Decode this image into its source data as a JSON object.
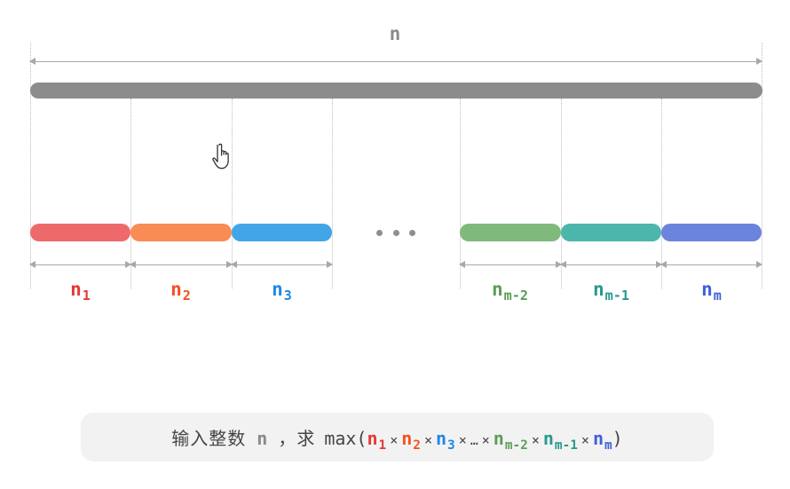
{
  "total": {
    "label": "n",
    "color": "#8c8c8c"
  },
  "pieces": [
    {
      "var": "n",
      "sub": "1",
      "color": "#ee6a6a",
      "text_color": "#e53935"
    },
    {
      "var": "n",
      "sub": "2",
      "color": "#f98b55",
      "text_color": "#f4511e"
    },
    {
      "var": "n",
      "sub": "3",
      "color": "#42a5e8",
      "text_color": "#1e88e5"
    },
    {
      "var": "n",
      "sub": "m-2",
      "color": "#80b97c",
      "text_color": "#5a9e56"
    },
    {
      "var": "n",
      "sub": "m-1",
      "color": "#4db6ac",
      "text_color": "#26998c"
    },
    {
      "var": "n",
      "sub": "m",
      "color": "#6b84dc",
      "text_color": "#3f5fd6"
    }
  ],
  "formula": {
    "prefix": "输入整数",
    "n": "n",
    "comma": "，",
    "seek": "求",
    "func": "max(",
    "close": ")",
    "times": "×",
    "ellipsis": "…",
    "terms": [
      {
        "var": "n",
        "sub": "1"
      },
      {
        "var": "n",
        "sub": "2"
      },
      {
        "var": "n",
        "sub": "3"
      },
      {
        "var": "n",
        "sub": "m-2"
      },
      {
        "var": "n",
        "sub": "m-1"
      },
      {
        "var": "n",
        "sub": "m"
      }
    ]
  }
}
